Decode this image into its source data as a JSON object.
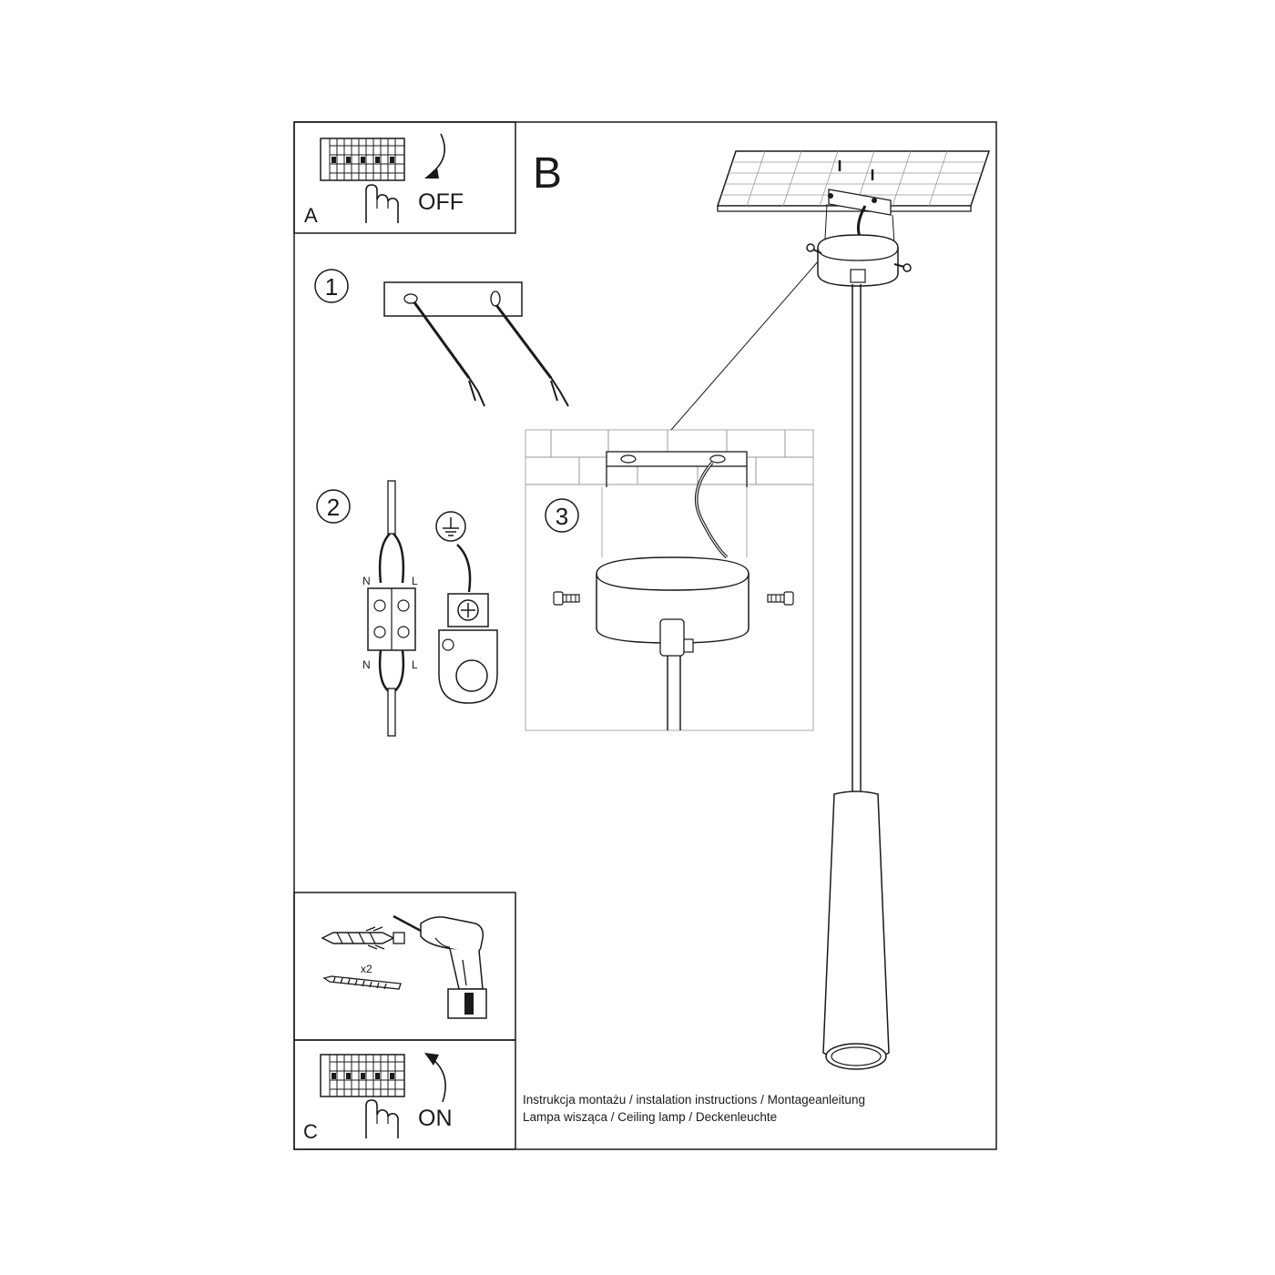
{
  "panels": {
    "a": {
      "letter": "A",
      "state": "OFF",
      "icon": "circuit-breaker-icon"
    },
    "b": {
      "letter": "B"
    },
    "c": {
      "letter": "C",
      "state": "ON",
      "icon": "circuit-breaker-icon"
    }
  },
  "steps": {
    "s1": "1",
    "s2": "2",
    "s3": "3"
  },
  "wiring": {
    "neutral": "N",
    "live": "L",
    "ground_icon": "ground-symbol-icon"
  },
  "tools": {
    "quantity": "x2",
    "drill_icon": "drill-icon",
    "screw_icon": "screw-icon",
    "anchor_icon": "wall-anchor-icon"
  },
  "caption": {
    "line1": "Instrukcja montażu / instalation instructions / Montageanleitung",
    "line2": "Lampa wisząca / Ceiling lamp  / Deckenleuchte"
  },
  "colors": {
    "line": "#1a1a1a",
    "paper": "#ffffff"
  }
}
